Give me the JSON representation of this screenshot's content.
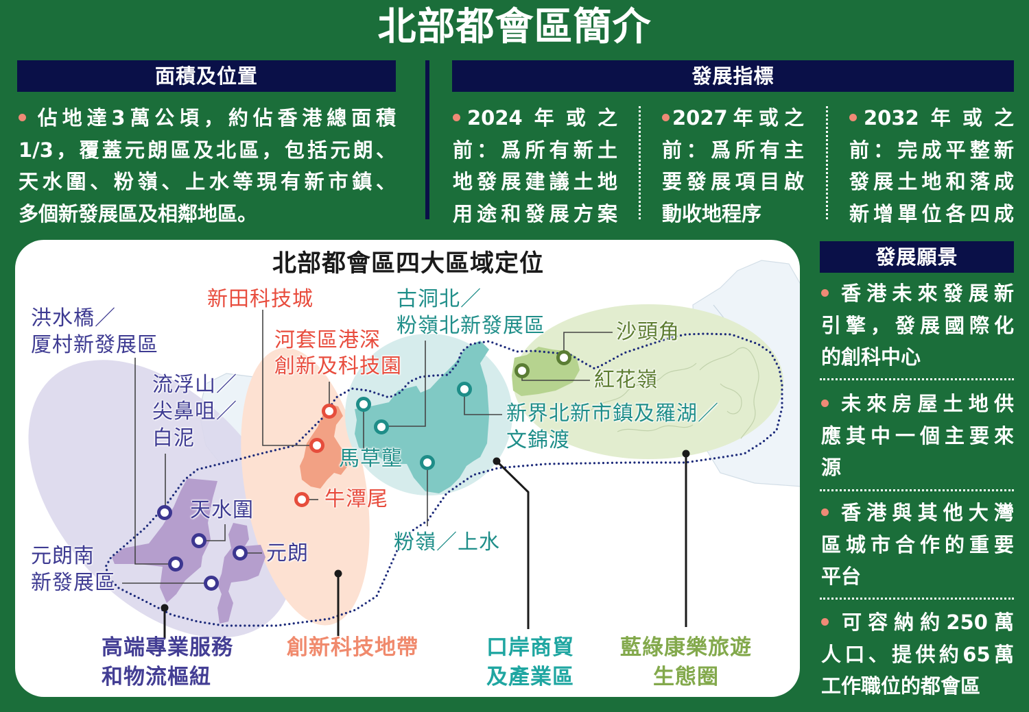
{
  "colors": {
    "bg": "#1b6e3a",
    "navy": "#0a1048",
    "bullet": "#ef8a76",
    "purple": "#3e3b92",
    "red": "#e84c3d",
    "teal": "#1f8e89",
    "olive": "#5d7d31",
    "zone_purple": "#433e94",
    "zone_orange": "#f08a6d",
    "zone_teal": "#1fa6a1",
    "zone_green": "#83a94c"
  },
  "title": "北部都會區簡介",
  "area": {
    "header": "面積及位置",
    "lines": [
      "佔地達3萬公頃，約佔香港總面積",
      "1/3，覆蓋元朗區及北區，包括元朗、",
      "天水圍、粉嶺、上水等現有新市鎮、",
      "多個新發展區及相鄰地區。"
    ]
  },
  "indicators": {
    "header": "發展指標",
    "columns": [
      {
        "lines": [
          "2024年或之",
          "前：爲所有新土",
          "地發展建議土地",
          "用途和發展方案"
        ]
      },
      {
        "lines": [
          "2027年或之",
          "前：爲所有主",
          "要發展項目啟",
          "動收地程序"
        ]
      },
      {
        "lines": [
          "2032年或之",
          "前：完成平整新",
          "發展土地和落成",
          "新增單位各四成"
        ]
      }
    ]
  },
  "vision": {
    "header": "發展願景",
    "items": [
      {
        "lines": [
          "香港未來發展新",
          "引擎，發展國際化",
          "的創科中心"
        ]
      },
      {
        "lines": [
          "未來房屋土地供",
          "應其中一個主要來",
          "源"
        ]
      },
      {
        "lines": [
          "香港與其他大灣",
          "區城市合作的重要",
          "平台"
        ]
      },
      {
        "lines": [
          "可容納約250萬",
          "人口、提供約65萬",
          "工作職位的都會區"
        ]
      }
    ]
  },
  "map": {
    "title": "北部都會區四大區域定位",
    "places": {
      "hung_shui_kiu": [
        "洪水橋／",
        "厦村新發展區"
      ],
      "lau_fau_shan": [
        "流浮山／",
        "尖鼻咀／",
        "白泥"
      ],
      "san_tin": [
        "新田科技城"
      ],
      "loop": [
        "河套區港深",
        "創新及科技園"
      ],
      "kwu_tung": [
        "古洞北／",
        "粉嶺北新發展區"
      ],
      "sha_tau_kok": [
        "沙頭角"
      ],
      "hung_fa_leng": [
        "紅花嶺"
      ],
      "lo_wu": [
        "新界北新市鎮及羅湖／",
        "文錦渡"
      ],
      "ma_tso_lung": [
        "馬草壟"
      ],
      "ngau_tam_mei": [
        "牛潭尾"
      ],
      "tin_shui_wai": [
        "天水圍"
      ],
      "yuen_long": [
        "元朗"
      ],
      "yuen_long_south": [
        "元朗南",
        "新發展區"
      ],
      "fanling": [
        "粉嶺／上水"
      ]
    },
    "zones": [
      {
        "lines": [
          "高端專業服務",
          "和物流樞紐"
        ]
      },
      {
        "lines": [
          "創新科技地帶"
        ]
      },
      {
        "lines": [
          "口岸商貿",
          "及產業區"
        ]
      },
      {
        "lines": [
          "藍綠康樂旅遊",
          "生態圈"
        ]
      }
    ]
  }
}
